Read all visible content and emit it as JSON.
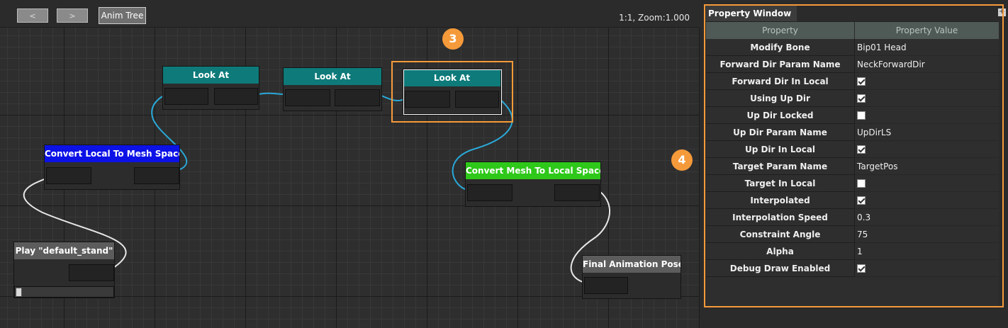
{
  "toolbar": {
    "back_label": "<",
    "forward_label": ">",
    "tab_label": "Anim Tree",
    "zoom_text": "1:1, Zoom:1.000"
  },
  "nodes": {
    "look_at_1": "Look At",
    "look_at_2": "Look At",
    "look_at_3": "Look At",
    "convert_local_to_mesh": "Convert Local To Mesh Space",
    "convert_mesh_to_local": "Convert Mesh To Local Space",
    "play_default_stand": "Play \"default_stand\"",
    "final_pose": "Final Animation Pose"
  },
  "badges": {
    "three": "3",
    "four": "4"
  },
  "colors": {
    "accent_orange": "#f59a3a",
    "node_teal": "#0e7a7a",
    "node_blue": "#0c12e6",
    "node_green": "#2ec81a",
    "wire_blue": "#2aa8d8",
    "wire_white": "#e8e8e8"
  },
  "panel": {
    "title": "Property Window",
    "close_label": "+",
    "col_property": "Property",
    "col_value": "Property Value",
    "rows": [
      {
        "name": "Modify Bone",
        "value": "Bip01 Head"
      },
      {
        "name": "Forward Dir Param Name",
        "value": "NeckForwardDir"
      },
      {
        "name": "Forward Dir In Local",
        "checked": true
      },
      {
        "name": "Using Up Dir",
        "checked": true
      },
      {
        "name": "Up Dir Locked",
        "checked": false
      },
      {
        "name": "Up Dir Param Name",
        "value": "UpDirLS"
      },
      {
        "name": "Up Dir In Local",
        "checked": true
      },
      {
        "name": "Target Param Name",
        "value": "TargetPos"
      },
      {
        "name": "Target In Local",
        "checked": false
      },
      {
        "name": "Interpolated",
        "checked": true
      },
      {
        "name": "Interpolation Speed",
        "value": "0.3"
      },
      {
        "name": "Constraint Angle",
        "value": "75"
      },
      {
        "name": "Alpha",
        "value": "1"
      },
      {
        "name": "Debug Draw Enabled",
        "checked": true
      }
    ]
  }
}
